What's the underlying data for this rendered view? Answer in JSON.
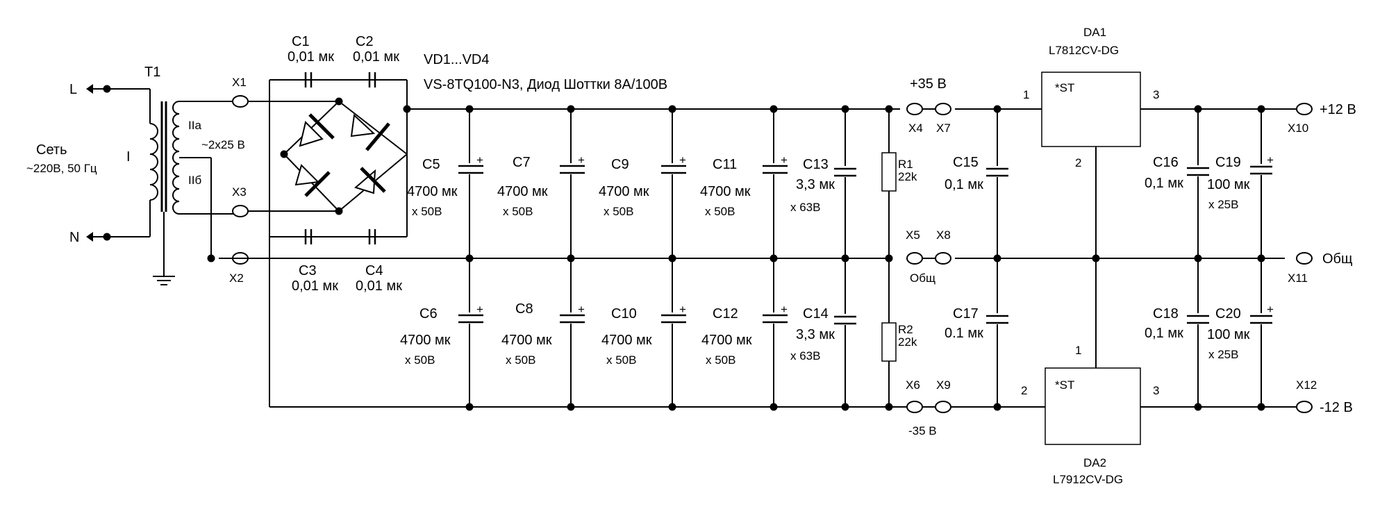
{
  "mains": {
    "line": "L",
    "neutral": "N",
    "label1": "Сеть",
    "label2": "~220В, 50 Гц"
  },
  "transformer": {
    "ref": "T1",
    "primary": "I",
    "sec_a": "IIa",
    "sec_b": "IIб",
    "voltage": "~2x25 В"
  },
  "bridge": {
    "ref": "VD1...VD4",
    "part": "VS-8TQ100-N3, Диод Шоттки 8А/100В"
  },
  "snubbers": [
    {
      "ref": "C1",
      "value": "0,01 мк"
    },
    {
      "ref": "C2",
      "value": "0,01 мк"
    },
    {
      "ref": "C3",
      "value": "0,01 мк"
    },
    {
      "ref": "C4",
      "value": "0,01 мк"
    }
  ],
  "terminals": {
    "x1": "X1",
    "x2": "X2",
    "x3": "X3",
    "x4": "X4",
    "x5": "X5",
    "x6": "X6",
    "x7": "X7",
    "x8": "X8",
    "x9": "X9",
    "x10": "X10",
    "x11": "X11",
    "x12": "X12"
  },
  "caps_top": [
    {
      "ref": "C5",
      "value": "4700 мк",
      "rating": "x 50В"
    },
    {
      "ref": "C7",
      "value": "4700 мк",
      "rating": "x 50В"
    },
    {
      "ref": "C9",
      "value": "4700 мк",
      "rating": "x 50В"
    },
    {
      "ref": "C11",
      "value": "4700 мк",
      "rating": "x 50В"
    },
    {
      "ref": "C13",
      "value": "3,3 мк",
      "rating": "x 63В"
    }
  ],
  "caps_bottom": [
    {
      "ref": "C6",
      "value": "4700 мк",
      "rating": "x 50В"
    },
    {
      "ref": "C8",
      "value": "4700 мк",
      "rating": "x 50В"
    },
    {
      "ref": "C10",
      "value": "4700 мк",
      "rating": "x 50В"
    },
    {
      "ref": "C12",
      "value": "4700 мк",
      "rating": "x 50В"
    },
    {
      "ref": "C14",
      "value": "3,3 мк",
      "rating": "x 63В"
    }
  ],
  "resistors": [
    {
      "ref": "R1",
      "value": "22k"
    },
    {
      "ref": "R2",
      "value": "22k"
    }
  ],
  "rails": {
    "pos35": "+35 В",
    "neg35": "-35 В",
    "common": "Общ",
    "pos12": "+12 В",
    "neg12": "-12 В",
    "common_out": "Общ"
  },
  "reg_caps": [
    {
      "ref": "C15",
      "value": "0,1 мк"
    },
    {
      "ref": "C16",
      "value": "0,1 мк"
    },
    {
      "ref": "C17",
      "value": "0.1 мк"
    },
    {
      "ref": "C18",
      "value": "0,1 мк"
    }
  ],
  "out_caps": [
    {
      "ref": "C19",
      "value": "100 мк",
      "rating": "x 25В"
    },
    {
      "ref": "C20",
      "value": "100 мк",
      "rating": "x 25В"
    }
  ],
  "regulators": [
    {
      "ref": "DA1",
      "part": "L7812CV-DG",
      "mark": "*ST",
      "pin_in": "1",
      "pin_gnd": "2",
      "pin_out": "3"
    },
    {
      "ref": "DA2",
      "part": "L7912CV-DG",
      "mark": "*ST",
      "pin_in": "2",
      "pin_gnd": "1",
      "pin_out": "3"
    }
  ],
  "plus_sign": "+"
}
